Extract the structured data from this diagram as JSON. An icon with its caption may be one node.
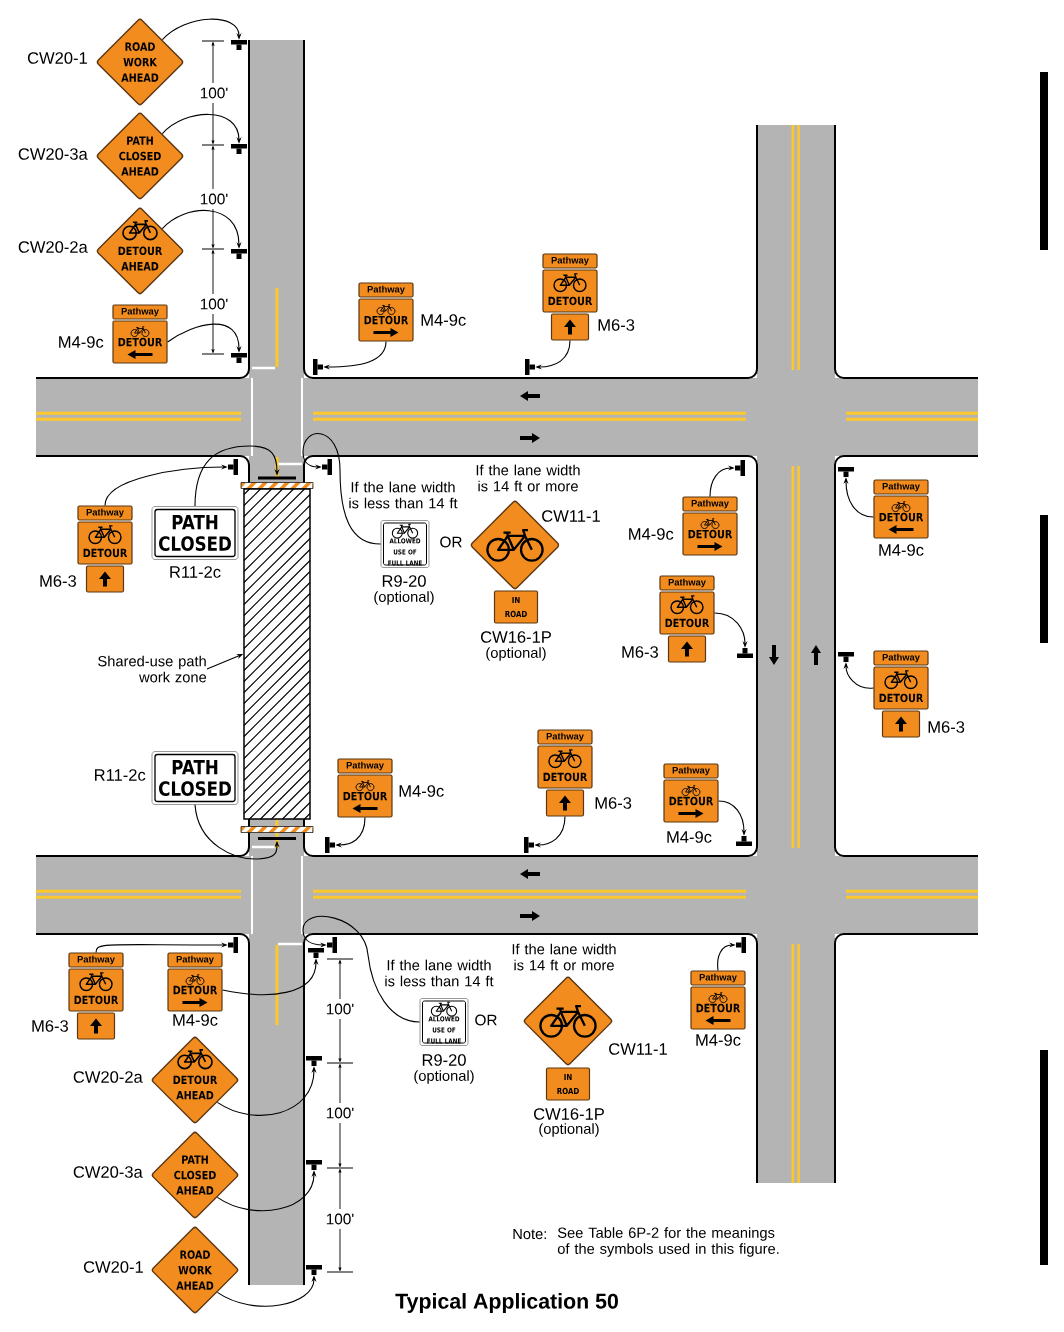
{
  "diagram": {
    "title": "Typical Application 50",
    "nodes": [
      {
        "text": [
          "ROAD WORK AHEAD"
        ],
        "beside": [
          "CW20-1"
        ]
      },
      {
        "text": [
          "PATH CLOSED AHEAD"
        ],
        "beside": [
          "CW20-3a"
        ]
      },
      {
        "text": [
          "DETOUR AHEAD"
        ],
        "beside": [
          "CW20-2a"
        ]
      },
      {
        "text": [
          "Pathway"
        ]
      },
      {
        "text": [
          "DETOUR"
        ],
        "beside": [
          "M4-9c"
        ]
      },
      {
        "text": [],
        "shape": "picture"
      },
      {
        "text": [],
        "shape": "picture"
      },
      {
        "text": [],
        "shape": "picture"
      },
      {
        "text": [],
        "shape": "picture"
      },
      {
        "text": [
          "Pathway"
        ]
      },
      {
        "text": [
          "DETOUR"
        ],
        "beside": [
          "M4-9c"
        ]
      },
      {
        "text": [
          "Pathway"
        ]
      },
      {
        "text": [
          "DETOUR"
        ]
      },
      {
        "text": [],
        "shape": "box",
        "beside": [
          "M6-3"
        ]
      },
      {
        "text": [],
        "shape": "picture"
      },
      {
        "text": [],
        "shape": "picture"
      },
      {
        "text": [
          "Pathway"
        ]
      },
      {
        "text": [
          "DETOUR"
        ]
      },
      {
        "text": [],
        "shape": "box",
        "beside": [
          "M6-3"
        ]
      },
      {
        "text": [
          "PATH CLOSED"
        ],
        "beside": [
          "R11-2c"
        ]
      },
      {
        "text": [],
        "shape": "picture"
      },
      {
        "text": [],
        "shape": "bar"
      },
      {
        "text": [
          "Shared-use path work zone"
        ]
      },
      {
        "text": [],
        "shape": "box"
      },
      {
        "text": [],
        "shape": "picture"
      },
      {
        "text": [
          "ALLOWED USE OF FULL LANE"
        ],
        "beside": [
          "If the lane width is less than 14 ft",
          "R9-20",
          "(optional)"
        ]
      },
      {
        "text": [],
        "shape": "diamond",
        "beside": [
          "If the lane width is 14 ft or more",
          "CW11-1"
        ]
      },
      {
        "text": [
          "IN ROAD"
        ],
        "beside": [
          "CW16-1P",
          "(optional)"
        ]
      },
      {
        "text": [
          "Pathway"
        ]
      },
      {
        "text": [
          "DETOUR"
        ],
        "beside": [
          "M4-9c"
        ]
      },
      {
        "text": [],
        "shape": "picture"
      },
      {
        "text": [
          "Pathway"
        ]
      },
      {
        "text": [
          "DETOUR"
        ]
      },
      {
        "text": [],
        "shape": "box",
        "beside": [
          "M6-3"
        ]
      },
      {
        "text": [],
        "shape": "picture"
      },
      {
        "text": [
          "Pathway"
        ]
      },
      {
        "text": [
          "DETOUR"
        ],
        "beside": [
          "M4-9c"
        ]
      },
      {
        "text": [],
        "shape": "picture"
      },
      {
        "text": [
          "Pathway"
        ]
      },
      {
        "text": [
          "DETOUR"
        ]
      },
      {
        "text": [],
        "shape": "box",
        "beside": [
          "M6-3"
        ]
      },
      {
        "text": [],
        "shape": "picture"
      },
      {
        "text": [
          "Pathway"
        ]
      },
      {
        "text": [
          "DETOUR"
        ],
        "beside": [
          "M4-9c"
        ]
      },
      {
        "text": [],
        "shape": "picture"
      },
      {
        "text": [
          "Pathway"
        ]
      },
      {
        "text": [
          "DETOUR"
        ]
      },
      {
        "text": [],
        "shape": "box",
        "beside": [
          "M6-3"
        ]
      },
      {
        "text": [],
        "shape": "picture"
      },
      {
        "text": [
          "Pathway"
        ]
      },
      {
        "text": [
          "DETOUR"
        ],
        "beside": [
          "M4-9c"
        ]
      },
      {
        "text": [],
        "shape": "picture"
      },
      {
        "text": [
          "PATH CLOSED"
        ],
        "beside": [
          "R11-2c"
        ]
      },
      {
        "text": [],
        "shape": "bar"
      },
      {
        "text": [
          "Pathway"
        ]
      },
      {
        "text": [
          "DETOUR"
        ]
      },
      {
        "text": [],
        "shape": "box",
        "beside": [
          "M6-3"
        ]
      },
      {
        "text": [],
        "shape": "picture"
      },
      {
        "text": [
          "Pathway"
        ]
      },
      {
        "text": [
          "DETOUR"
        ],
        "beside": [
          "M4-9c"
        ]
      },
      {
        "text": [],
        "shape": "picture"
      },
      {
        "text": [],
        "shape": "picture"
      },
      {
        "text": [
          "ALLOWED USE OF FULL LANE"
        ],
        "beside": [
          "If the lane width is less than 14 ft",
          "R9-20",
          "(optional)"
        ]
      },
      {
        "text": [],
        "shape": "diamond",
        "beside": [
          "If the lane width is 14 ft or more",
          "CW11-1"
        ]
      },
      {
        "text": [
          "IN ROAD"
        ],
        "beside": [
          "CW16-1P",
          "(optional)"
        ]
      },
      {
        "text": [
          "Pathway"
        ]
      },
      {
        "text": [
          "DETOUR"
        ],
        "beside": [
          "M4-9c"
        ]
      },
      {
        "text": [],
        "shape": "picture"
      },
      {
        "text": [
          "DETOUR AHEAD"
        ],
        "beside": [
          "CW20-2a"
        ]
      },
      {
        "text": [],
        "shape": "picture"
      },
      {
        "text": [
          "PATH CLOSED AHEAD"
        ],
        "beside": [
          "CW20-3a"
        ]
      },
      {
        "text": [],
        "shape": "picture"
      },
      {
        "text": [
          "ROAD WORK AHEAD"
        ],
        "beside": [
          "CW20-1"
        ]
      },
      {
        "text": [],
        "shape": "picture"
      }
    ],
    "edges": [
      {
        "from": 0,
        "to": 5,
        "arrow": "to"
      },
      {
        "from": 1,
        "to": 6,
        "arrow": "to"
      },
      {
        "from": 2,
        "to": 7,
        "arrow": "to"
      },
      {
        "from": 4,
        "to": 8,
        "arrow": "to"
      },
      {
        "from": 10,
        "to": 14,
        "arrow": "to"
      },
      {
        "from": 13,
        "to": 15,
        "arrow": "to"
      },
      {
        "from": 16,
        "to": 20,
        "arrow": "to"
      },
      {
        "from": 19,
        "to": 21,
        "arrow": "to"
      },
      {
        "from": 22,
        "to": 23,
        "arrow": "to"
      },
      {
        "from": 25,
        "to": 24,
        "arrow": "to"
      },
      {
        "from": 28,
        "to": 30,
        "arrow": "to"
      },
      {
        "from": 32,
        "to": 34,
        "arrow": "to"
      },
      {
        "from": 36,
        "to": 37,
        "arrow": "to"
      },
      {
        "from": 39,
        "to": 41,
        "arrow": "to"
      },
      {
        "from": 43,
        "to": 44,
        "arrow": "to"
      },
      {
        "from": 47,
        "to": 48,
        "arrow": "to"
      },
      {
        "from": 50,
        "to": 51,
        "arrow": "to"
      },
      {
        "from": 52,
        "to": 53,
        "arrow": "to"
      },
      {
        "from": 54,
        "to": 57,
        "arrow": "to"
      },
      {
        "from": 59,
        "to": 60,
        "arrow": "to"
      },
      {
        "from": 62,
        "to": 61,
        "arrow": "to"
      },
      {
        "from": 65,
        "to": 67,
        "arrow": "to"
      },
      {
        "from": 68,
        "to": 69,
        "arrow": "to"
      },
      {
        "from": 70,
        "to": 71,
        "arrow": "to"
      },
      {
        "from": 72,
        "to": 73,
        "arrow": "to"
      }
    ],
    "labels": [
      "100'",
      "100'",
      "100'",
      "OR",
      "OR",
      "100'",
      "100'",
      "100'",
      "Note:",
      "See Table 6P-2 for the meanings of the symbols used in this figure."
    ]
  }
}
